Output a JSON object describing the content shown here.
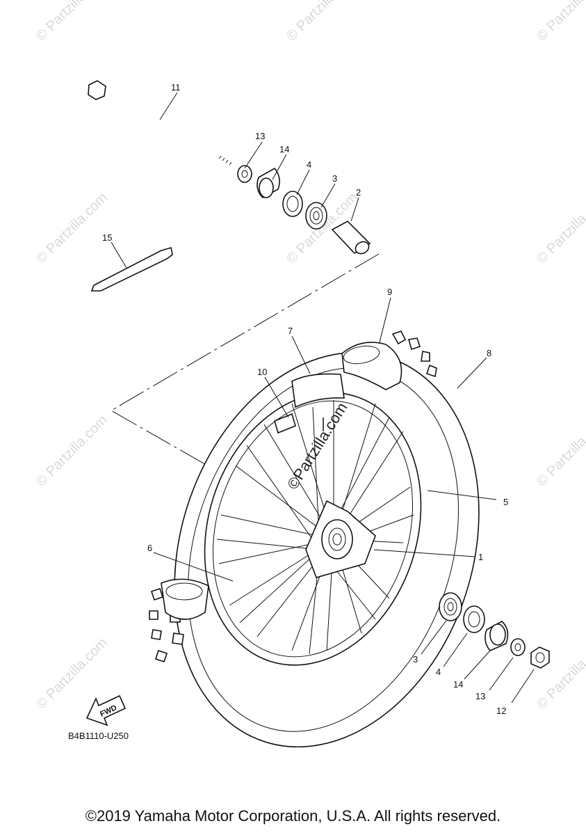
{
  "diagram": {
    "code": "B4B1110-U250",
    "fwd_label": "FWD",
    "center_watermark": "©Partzilla.com",
    "watermark": "© Partzilla.com",
    "copyright": "©2019 Yamaha Motor Corporation, U.S.A. All rights reserved."
  },
  "callouts": {
    "c1": "1",
    "c2": "2",
    "c3a": "3",
    "c3b": "3",
    "c4a": "4",
    "c4b": "4",
    "c5": "5",
    "c6": "6",
    "c7": "7",
    "c8": "8",
    "c9": "9",
    "c10": "10",
    "c11": "11",
    "c12": "12",
    "c13a": "13",
    "c13b": "13",
    "c14a": "14",
    "c14b": "14",
    "c15": "15"
  }
}
